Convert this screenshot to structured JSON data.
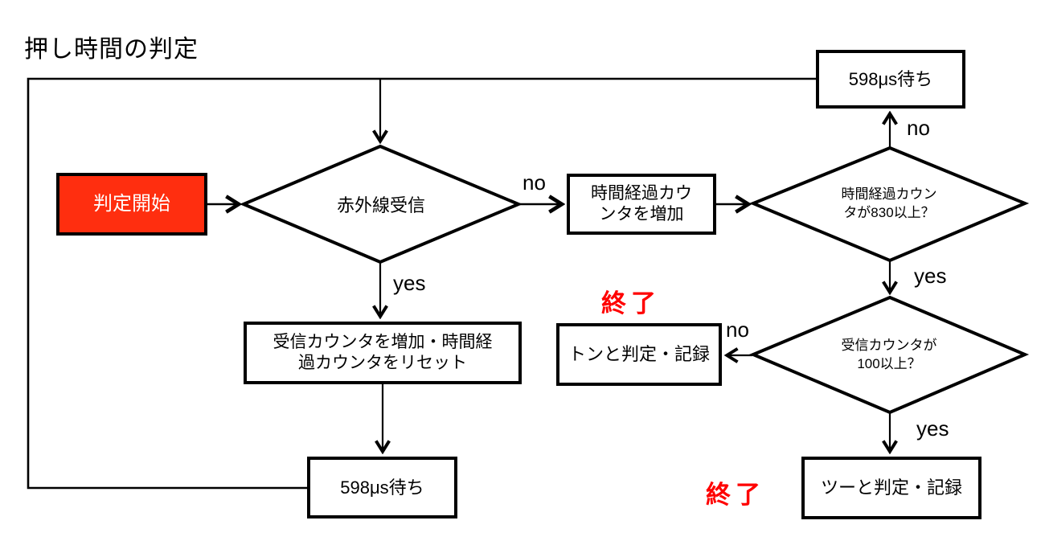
{
  "title": "押し時間の判定",
  "colors": {
    "accent_red": "#ff2e0f",
    "end_label_red": "#ff0000",
    "line": "#000000"
  },
  "nodes": {
    "start": {
      "label": "判定開始",
      "type": "start-process"
    },
    "ir_receive": {
      "label": "赤外線受信",
      "type": "decision"
    },
    "inc_elapsed": {
      "label": "時間経過カウ\nンタを増加",
      "type": "process"
    },
    "elapsed_check": {
      "label": "時間経過カウン\nタが830以上？",
      "type": "decision"
    },
    "wait_top": {
      "label": "598μs待ち",
      "type": "process"
    },
    "reset_counters": {
      "label": "受信カウンタを増加・時間経\n過カウンタをリセット",
      "type": "process"
    },
    "wait_bottom": {
      "label": "598μs待ち",
      "type": "process"
    },
    "recv_check": {
      "label": "受信カウンタが\n100以上？",
      "type": "decision"
    },
    "judge_ton": {
      "label": "トンと判定・記録",
      "type": "process"
    },
    "judge_tsu": {
      "label": "ツーと判定・記録",
      "type": "process"
    }
  },
  "edge_labels": {
    "ir_no": "no",
    "ir_yes": "yes",
    "elapsed_no": "no",
    "elapsed_yes": "yes",
    "recv_no": "no",
    "recv_yes": "yes"
  },
  "end_labels": {
    "after_ton": "終了",
    "after_tsu": "終了"
  }
}
